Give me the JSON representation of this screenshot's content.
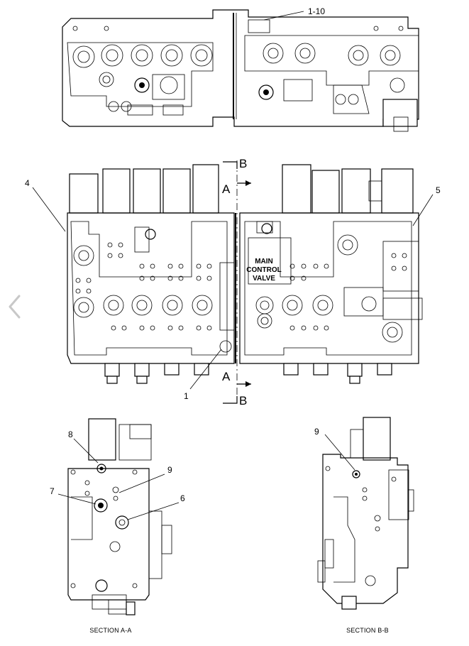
{
  "callouts": {
    "c_1_10": "1-10",
    "c_4": "4",
    "c_5": "5",
    "c_1": "1",
    "c_8": "8",
    "c_9a": "9",
    "c_7": "7",
    "c_6": "6",
    "c_9b": "9"
  },
  "section_markers": {
    "b_top": "B",
    "a_top": "A",
    "a_bottom": "A",
    "b_bottom": "B"
  },
  "valve_label": {
    "line1": "MAIN",
    "line2": "CONTROL",
    "line3": "VALVE"
  },
  "captions": {
    "section_a": "SECTION A-A",
    "section_b": "SECTION B-B"
  },
  "nav": {
    "icon": "chevron-left-icon",
    "color": "#c8c8c8"
  }
}
